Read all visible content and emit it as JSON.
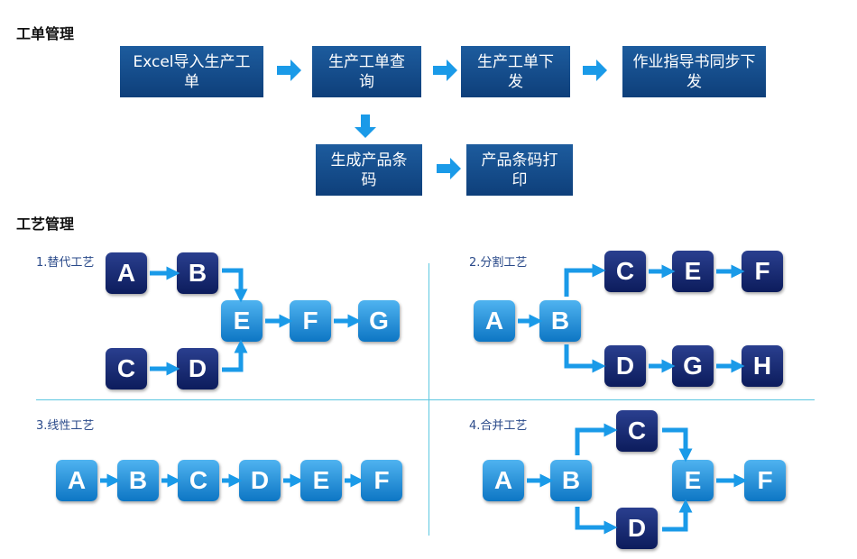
{
  "sections": {
    "workorder_title": "工单管理",
    "process_title": "工艺管理"
  },
  "workorder": {
    "excel_import": "Excel导入生产工单",
    "query": "生产工单查询",
    "issue": "生产工单下发",
    "instruction_sync": "作业指导书同步下发",
    "gen_barcode": "生成产品条码",
    "print_barcode": "产品条码打印"
  },
  "process": {
    "substitute": {
      "title": "1.替代工艺",
      "tiles": [
        "A",
        "B",
        "C",
        "D",
        "E",
        "F",
        "G"
      ]
    },
    "split": {
      "title": "2.分割工艺",
      "tiles": [
        "A",
        "B",
        "C",
        "E",
        "F",
        "D",
        "G",
        "H"
      ]
    },
    "linear": {
      "title": "3.线性工艺",
      "tiles": [
        "A",
        "B",
        "C",
        "D",
        "E",
        "F"
      ]
    },
    "merge": {
      "title": "4.合并工艺",
      "tiles": [
        "A",
        "B",
        "C",
        "D",
        "E",
        "F"
      ]
    }
  },
  "colors": {
    "box_dark": "#0e3f7a",
    "tile_dark": "#0c1c5c",
    "tile_light": "#0d76c4",
    "arrow": "#1a9ae8",
    "divider": "#5cc7e0"
  }
}
